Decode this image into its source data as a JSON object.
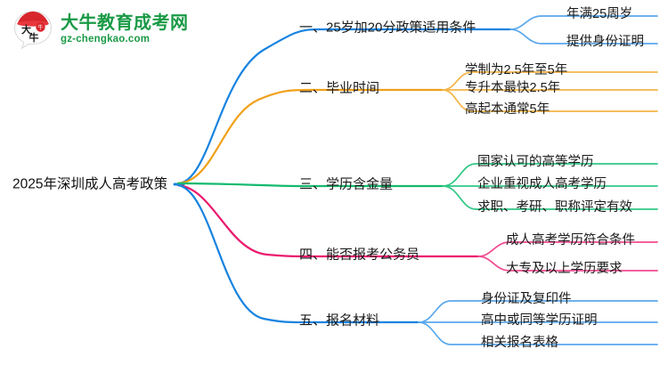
{
  "brand": {
    "logo_icon": "daniu-bull-logo-icon",
    "name_cn": "大牛教育成考网",
    "name_en": "gz-chengkao.com",
    "color": "#1a9a46"
  },
  "mindmap": {
    "root": {
      "label": "2025年深圳成人高考政策"
    },
    "branches": [
      {
        "label": "一、25岁加20分政策适用条件",
        "color": "#1683e0",
        "leaves": [
          {
            "label": "年满25周岁"
          },
          {
            "label": "提供身份证明"
          }
        ]
      },
      {
        "label": "二、毕业时间",
        "color": "#f0a019",
        "leaves": [
          {
            "label": "学制为2.5年至5年"
          },
          {
            "label": "专升本最快2.5年"
          },
          {
            "label": "高起本通常5年"
          }
        ]
      },
      {
        "label": "三、学历含金量",
        "color": "#14b96e",
        "leaves": [
          {
            "label": "国家认可的高等学历"
          },
          {
            "label": "企业重视成人高考学历"
          },
          {
            "label": "求职、考研、职称评定有效"
          }
        ]
      },
      {
        "label": "四、能否报考公务员",
        "color": "#ea1a6e",
        "leaves": [
          {
            "label": "成人高考学历符合条件"
          },
          {
            "label": "大专及以上学历要求"
          }
        ]
      },
      {
        "label": "五、报名材料",
        "color": "#1683e0",
        "leaves": [
          {
            "label": "身份证及复印件"
          },
          {
            "label": "高中或同等学历证明"
          },
          {
            "label": "相关报名表格"
          }
        ]
      }
    ]
  }
}
